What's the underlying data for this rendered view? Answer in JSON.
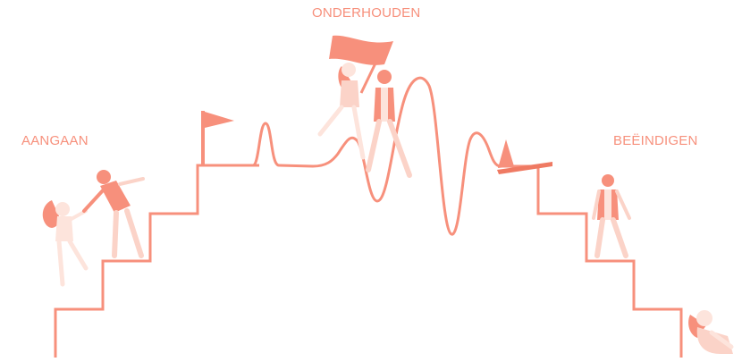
{
  "colors": {
    "accent": "#f7907c",
    "accent_dark": "#ef7a63",
    "light": "#fbd3c8",
    "skin": "#fde4dc"
  },
  "labels": {
    "start": "AANGAAN",
    "middle": "ONDERHOUDEN",
    "end": "BEËINDIGEN"
  }
}
